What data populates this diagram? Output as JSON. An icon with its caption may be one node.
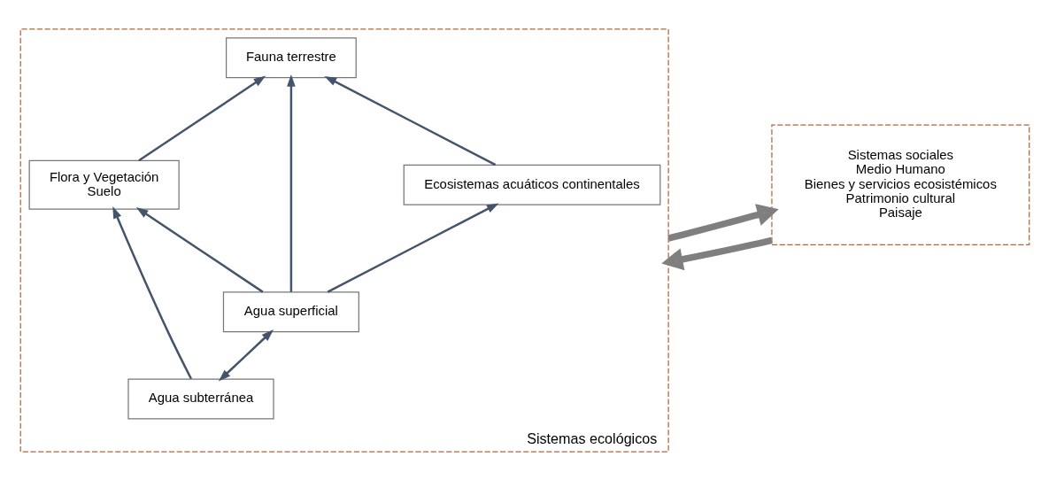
{
  "diagram": {
    "nodes": [
      {
        "text": [
          "Sistemas ecológicos"
        ]
      },
      {
        "text": [
          "Fauna terrestre"
        ],
        "in": 0
      },
      {
        "text": [
          "Flora y Vegetación",
          "Suelo"
        ],
        "in": 0
      },
      {
        "text": [
          "Ecosistemas acuáticos continentales"
        ],
        "in": 0
      },
      {
        "text": [
          "Agua subterránea"
        ],
        "in": 0
      },
      {
        "text": [
          "Agua superficial"
        ],
        "in": 0
      },
      {
        "text": [
          "Sistemas sociales",
          "Medio Humano",
          "Bienes y servicios ecosistémicos",
          "Patrimonio cultural",
          "Paisaje"
        ]
      }
    ],
    "edges": [
      {
        "from": 2,
        "to": 1,
        "arrow": "to"
      },
      {
        "from": 3,
        "to": 1,
        "arrow": "to"
      },
      {
        "from": 5,
        "to": 1,
        "arrow": "to"
      },
      {
        "from": 5,
        "to": 2,
        "arrow": "to"
      },
      {
        "from": 4,
        "to": 2,
        "arrow": "to"
      },
      {
        "from": 5,
        "to": 3,
        "arrow": "to"
      },
      {
        "from": 4,
        "to": 5,
        "arrow": "both"
      },
      {
        "from": 0,
        "to": 6,
        "arrow": "to",
        "style": "thick"
      },
      {
        "from": 6,
        "to": 0,
        "arrow": "to",
        "style": "thick"
      }
    ]
  }
}
